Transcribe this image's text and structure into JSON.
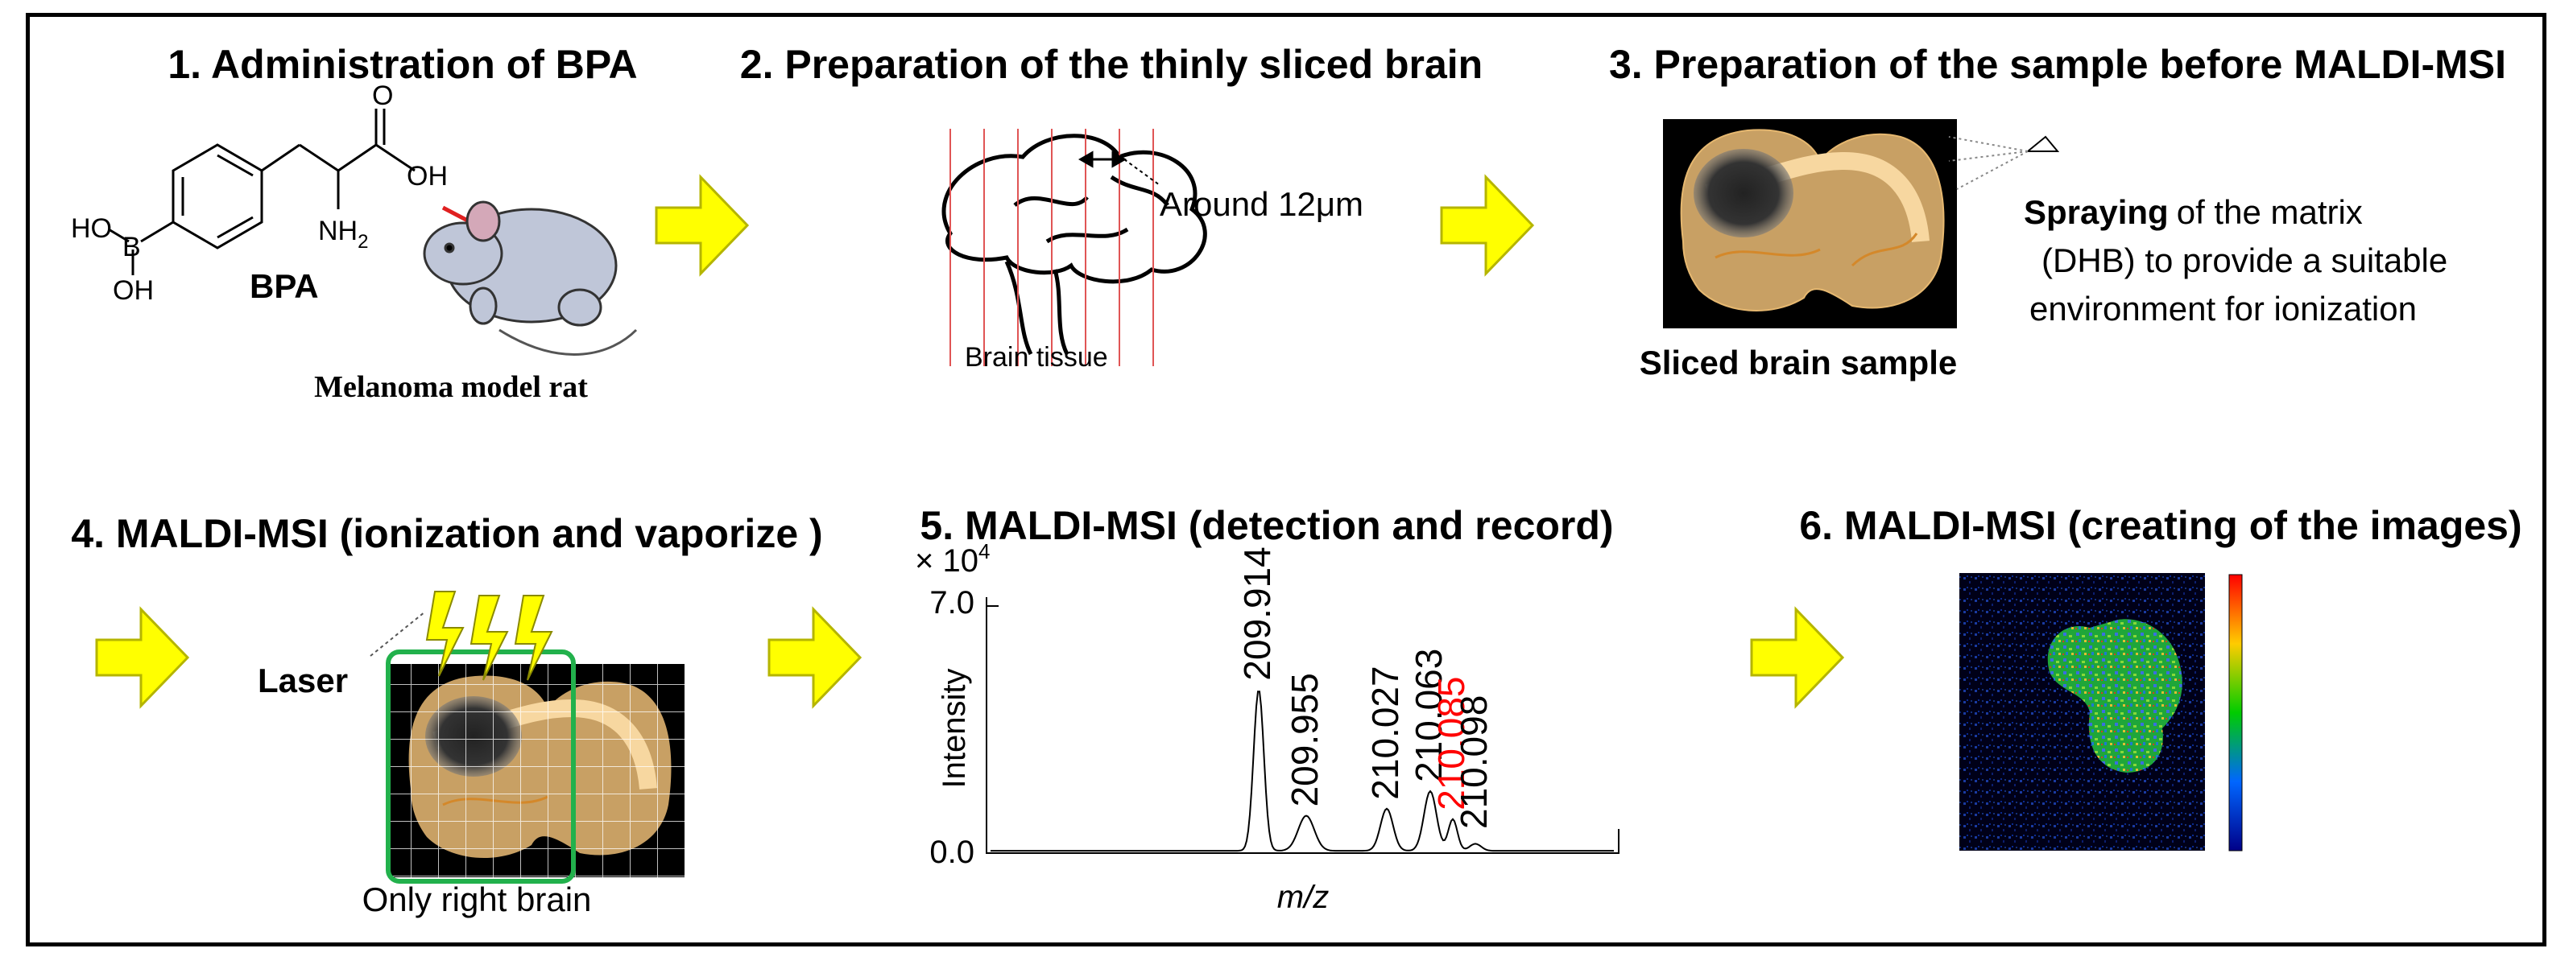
{
  "steps": [
    {
      "title": "1. Administration of BPA"
    },
    {
      "title": "2. Preparation of the thinly sliced brain"
    },
    {
      "title": "3. Preparation of the sample before MALDI-MSI"
    },
    {
      "title": "4. MALDI-MSI (ionization and vaporize )"
    },
    {
      "title": "5. MALDI-MSI (detection and record)"
    },
    {
      "title": "6. MALDI-MSI (creating of the images)"
    }
  ],
  "step1": {
    "compound_label": "BPA",
    "animal_label": "Melanoma model rat",
    "atoms": {
      "ho_top": "HO",
      "b": "B",
      "oh_bottom": "OH",
      "o_carbonyl": "O",
      "oh_acid": "OH",
      "nh2": "NH",
      "nh2_sub": "2"
    }
  },
  "step2": {
    "thickness_label": "Around 12μm",
    "tissue_label": "Brain tissue"
  },
  "step3": {
    "sample_label": "Sliced brain sample",
    "spray_bold": "Spraying",
    "spray_rest": "of the matrix",
    "spray_line2": "(DHB)  to provide a suitable",
    "spray_line3": "environment for ionization"
  },
  "step4": {
    "laser_label": "Laser",
    "right_label": "Only right brain"
  },
  "colors": {
    "arrow_fill": "#ffff00",
    "arrow_stroke": "#b5b500",
    "tissue": "#c8a064",
    "highlight_green": "#22b14c",
    "peak_highlight": "#ff0000"
  },
  "chart_data": {
    "type": "line",
    "xlabel": "m/z",
    "ylabel": "Intensity",
    "y_multiplier": "× 10",
    "y_multiplier_exp": "4",
    "ylim": [
      0.0,
      7.0
    ],
    "yticks": [
      "7.0",
      "0.0"
    ],
    "peaks": [
      {
        "label": "209.914",
        "mz": 209.914,
        "intensity": 4.6,
        "color": "#000000"
      },
      {
        "label": "209.955",
        "mz": 209.955,
        "intensity": 1.0,
        "color": "#000000"
      },
      {
        "label": "210.027",
        "mz": 210.027,
        "intensity": 1.2,
        "color": "#000000"
      },
      {
        "label": "210.063",
        "mz": 210.063,
        "intensity": 1.7,
        "color": "#000000"
      },
      {
        "label": "210.085",
        "mz": 210.085,
        "intensity": 0.9,
        "color": "#ff0000"
      },
      {
        "label": "210.098",
        "mz": 210.098,
        "intensity": 0.2,
        "color": "#000000"
      }
    ]
  }
}
